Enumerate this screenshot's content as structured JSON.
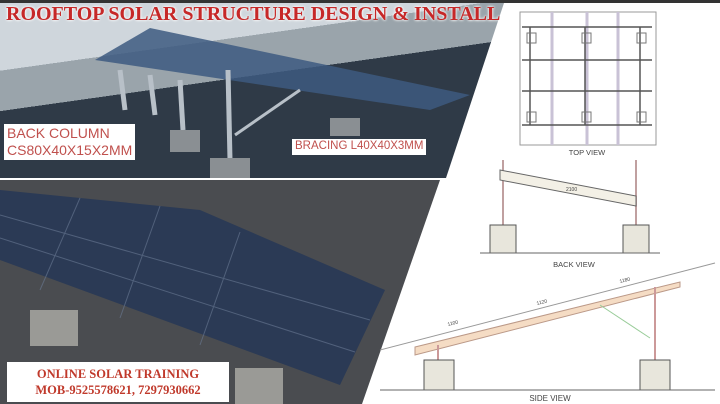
{
  "title": "ROOFTOP SOLAR STRUCTURE DESIGN & INSTALL",
  "callouts": {
    "back_column_line1": "BACK COLUMN",
    "back_column_line2": "CS80X40X15X2MM",
    "bracing": "BRACING L40X40X3MM"
  },
  "footer": {
    "line1": "ONLINE SOLAR TRAINING",
    "line2": "MOB-9525578621, 7297930662"
  },
  "drawings": {
    "top_view": {
      "label": "TOP VIEW"
    },
    "back_view": {
      "label": "BACK VIEW",
      "dimension": "2100"
    },
    "side_view": {
      "label": "SIDE VIEW",
      "dimensions": [
        "1180",
        "1120",
        "1100"
      ]
    }
  },
  "colors": {
    "label_text": "#c0392b",
    "background": "#ffffff"
  }
}
